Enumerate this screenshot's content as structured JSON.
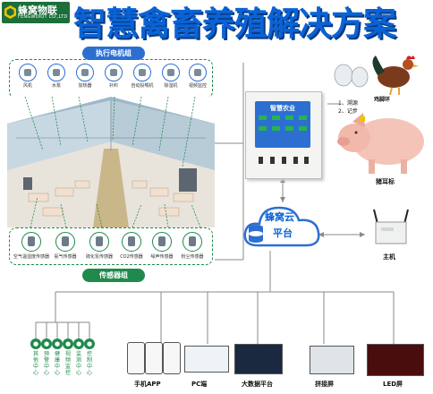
{
  "brand": {
    "name_cn": "蜂窝物联",
    "name_en": "FENGWOIOT CO.,LTD"
  },
  "title": "智慧禽畜养殖解决方案",
  "executor_group": {
    "label": "执行电机组",
    "devices": [
      "风机",
      "水泵",
      "加热器",
      "补料",
      "自动投喂机",
      "除湿机",
      "视频监控"
    ]
  },
  "sensor_group": {
    "label": "传感器组",
    "devices": [
      "空气温湿度传感器",
      "氨气传感器",
      "硫化氢传感器",
      "CO2传感器",
      "噪声传感器",
      "粉尘传感器"
    ]
  },
  "controller": {
    "title": "智慧农业"
  },
  "cloud": {
    "line1": "蜂窝云",
    "line2": "平台"
  },
  "animals": {
    "chicken_label": "鸡脚环",
    "pig_label": "猪耳标",
    "notes": [
      "1、溯源",
      "2、记步"
    ]
  },
  "host": {
    "label": "主机"
  },
  "terminals": [
    "其他中心",
    "预警中心",
    "健康中心",
    "视频监控",
    "监测中心",
    "控制中心"
  ],
  "outputs": [
    "手机APP",
    "PC端",
    "大数据平台",
    "拼接屏",
    "LED屏"
  ],
  "colors": {
    "title_blue": "#0a63d6",
    "brand_green": "#1c6f3b",
    "dash_green": "#1f8a4c",
    "pill_blue": "#2c6fd1"
  }
}
